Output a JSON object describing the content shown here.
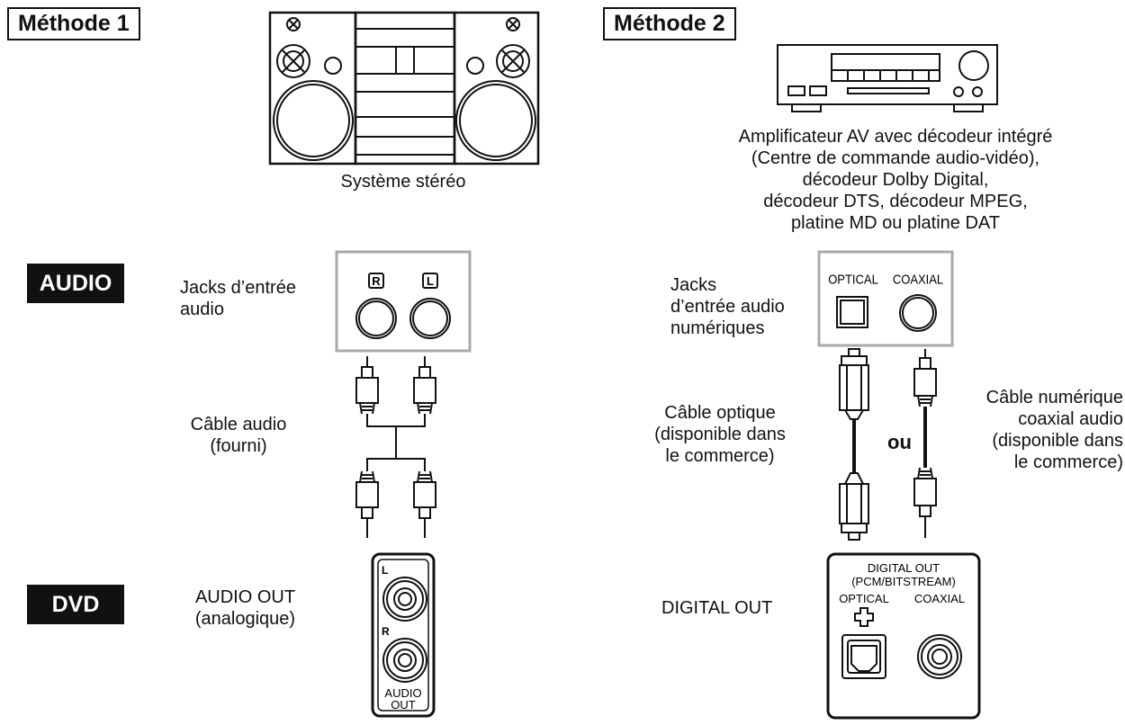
{
  "methods": {
    "m1": "Méthode 1",
    "m2": "Méthode 2"
  },
  "labels": {
    "audio_band": "AUDIO",
    "dvd_band": "DVD",
    "stereo": "Système stéréo",
    "amplifier": [
      "Amplificateur AV avec décodeur intégré",
      "(Centre de commande audio-vidéo),",
      "décodeur Dolby Digital,",
      "décodeur DTS, décodeur MPEG,",
      "platine MD ou platine DAT"
    ],
    "audio_input_jacks": [
      "Jacks d’entrée",
      "audio"
    ],
    "digital_input_jacks": [
      "Jacks",
      "d’entrée audio",
      "numériques"
    ],
    "audio_cable": [
      "Câble audio",
      "(fourni)"
    ],
    "optical_cable": [
      "Câble optique",
      "(disponible dans",
      "le commerce)"
    ],
    "or": "ou",
    "coaxial_cable": [
      "Câble numérique",
      "coaxial audio",
      "(disponible dans",
      "le commerce)"
    ],
    "audio_out": [
      "AUDIO OUT",
      "(analogique)"
    ],
    "digital_out": "DIGITAL OUT"
  },
  "jack_panels": {
    "r": "R",
    "l": "L",
    "optical": "OPTICAL",
    "coaxial": "COAXIAL",
    "dvd_audio_l": "L",
    "dvd_audio_r": "R",
    "dvd_audio_out": [
      "AUDIO",
      "OUT"
    ],
    "dvd_digital_out": [
      "DIGITAL OUT",
      "(PCM/BITSTREAM)"
    ],
    "dvd_optical": "OPTICAL",
    "dvd_coaxial": "COAXIAL"
  }
}
